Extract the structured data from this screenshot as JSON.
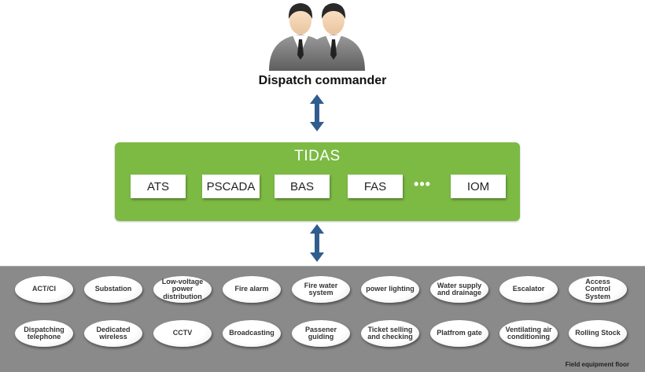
{
  "commander": {
    "label": "Dispatch commander"
  },
  "tidas": {
    "title": "TIDAS",
    "subsystems": [
      "ATS",
      "PSCADA",
      "BAS",
      "FAS",
      "IOM"
    ],
    "ellipsis": "•••"
  },
  "field": {
    "label": "Field equipment floor",
    "row1": [
      "ACT/CI",
      "Substation",
      "Low-voltage power distribution",
      "Fire alarm",
      "Fire water system",
      "power lighting",
      "Water supply and drainage",
      "Escalator",
      "Access Control System"
    ],
    "row2": [
      "Dispatching telephone",
      "Dedicated wireless",
      "CCTV",
      "Broadcasting",
      "Passener guiding",
      "Ticket selling and checking",
      "Platfrom gate",
      "Ventilating air conditioning",
      "Rolling Stock"
    ]
  },
  "colors": {
    "tidas_green": "#7cba44",
    "arrow_blue": "#2f5d8e",
    "panel_gray": "#8a8a8a"
  },
  "icons": [
    "person-icon",
    "person-icon",
    "double-arrow-icon",
    "double-arrow-icon"
  ]
}
